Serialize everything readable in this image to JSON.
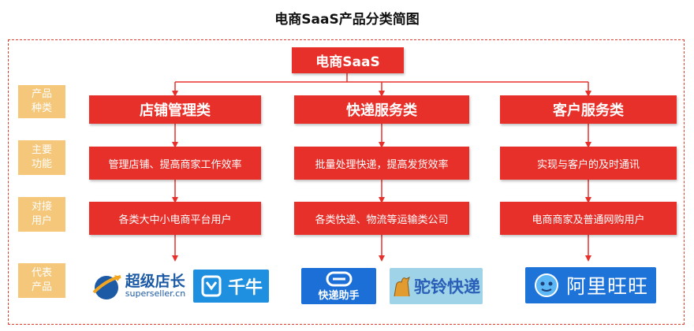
{
  "title": "电商SaaS产品分类简图",
  "root": "电商SaaS",
  "side_labels": [
    {
      "line1": "产品",
      "line2": "种类"
    },
    {
      "line1": "主要",
      "line2": "功能"
    },
    {
      "line1": "对接",
      "line2": "用户"
    },
    {
      "line1": "代表",
      "line2": "产品"
    }
  ],
  "columns": [
    {
      "category": "店铺管理类",
      "function": "管理店铺、提高商家工作效率",
      "users": "各类大中小电商平台用户"
    },
    {
      "category": "快递服务类",
      "function": "批量处理快递，提高发货效率",
      "users": "各类快递、物流等运输类公司"
    },
    {
      "category": "客户服务类",
      "function": "实现与客户的及时通讯",
      "users": "电商商家及普通网购用户"
    }
  ],
  "logos": {
    "superseller_cn": "超级店长",
    "superseller_en": "superseller.cn",
    "qianniu": "千牛",
    "kuaidi": "快递助手",
    "tuoling": "驼铃快递",
    "wangwang": "阿里旺旺"
  },
  "colors": {
    "accent": "#e8302b",
    "side": "#f5c77a",
    "qianniu": "#1f8fe0",
    "kuaidi": "#1b6fd6",
    "wangwang": "#1d73d8"
  }
}
